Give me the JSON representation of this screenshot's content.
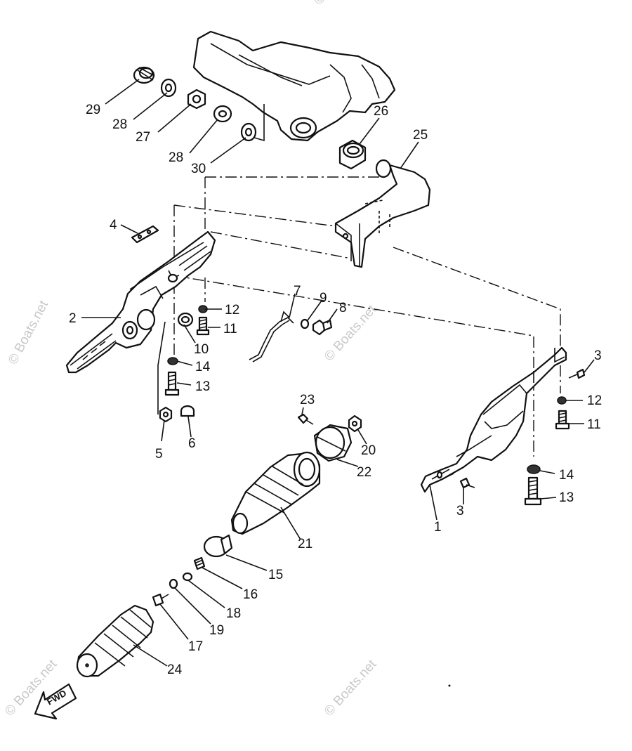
{
  "diagram": {
    "callouts": [
      {
        "id": "29",
        "label": "29"
      },
      {
        "id": "28a",
        "label": "28"
      },
      {
        "id": "27",
        "label": "27"
      },
      {
        "id": "28b",
        "label": "28"
      },
      {
        "id": "30",
        "label": "30"
      },
      {
        "id": "26",
        "label": "26"
      },
      {
        "id": "25",
        "label": "25"
      },
      {
        "id": "4",
        "label": "4"
      },
      {
        "id": "2",
        "label": "2"
      },
      {
        "id": "7",
        "label": "7"
      },
      {
        "id": "9",
        "label": "9"
      },
      {
        "id": "8",
        "label": "8"
      },
      {
        "id": "12a",
        "label": "12"
      },
      {
        "id": "11a",
        "label": "11"
      },
      {
        "id": "10",
        "label": "10"
      },
      {
        "id": "14a",
        "label": "14"
      },
      {
        "id": "13a",
        "label": "13"
      },
      {
        "id": "5",
        "label": "5"
      },
      {
        "id": "6",
        "label": "6"
      },
      {
        "id": "3a",
        "label": "3"
      },
      {
        "id": "12b",
        "label": "12"
      },
      {
        "id": "11b",
        "label": "11"
      },
      {
        "id": "14b",
        "label": "14"
      },
      {
        "id": "13b",
        "label": "13"
      },
      {
        "id": "3b",
        "label": "3"
      },
      {
        "id": "1",
        "label": "1"
      },
      {
        "id": "23",
        "label": "23"
      },
      {
        "id": "20",
        "label": "20"
      },
      {
        "id": "22",
        "label": "22"
      },
      {
        "id": "21",
        "label": "21"
      },
      {
        "id": "15",
        "label": "15"
      },
      {
        "id": "16",
        "label": "16"
      },
      {
        "id": "18",
        "label": "18"
      },
      {
        "id": "19",
        "label": "19"
      },
      {
        "id": "17",
        "label": "17"
      },
      {
        "id": "24",
        "label": "24"
      }
    ],
    "direction_arrow": {
      "label": "FWD",
      "icon": "fwd-arrow-icon"
    },
    "watermarks": [
      "© Boats.net",
      "© Boats.net",
      "© Boats.net",
      "© Boats.net",
      "© Boats.net"
    ]
  }
}
